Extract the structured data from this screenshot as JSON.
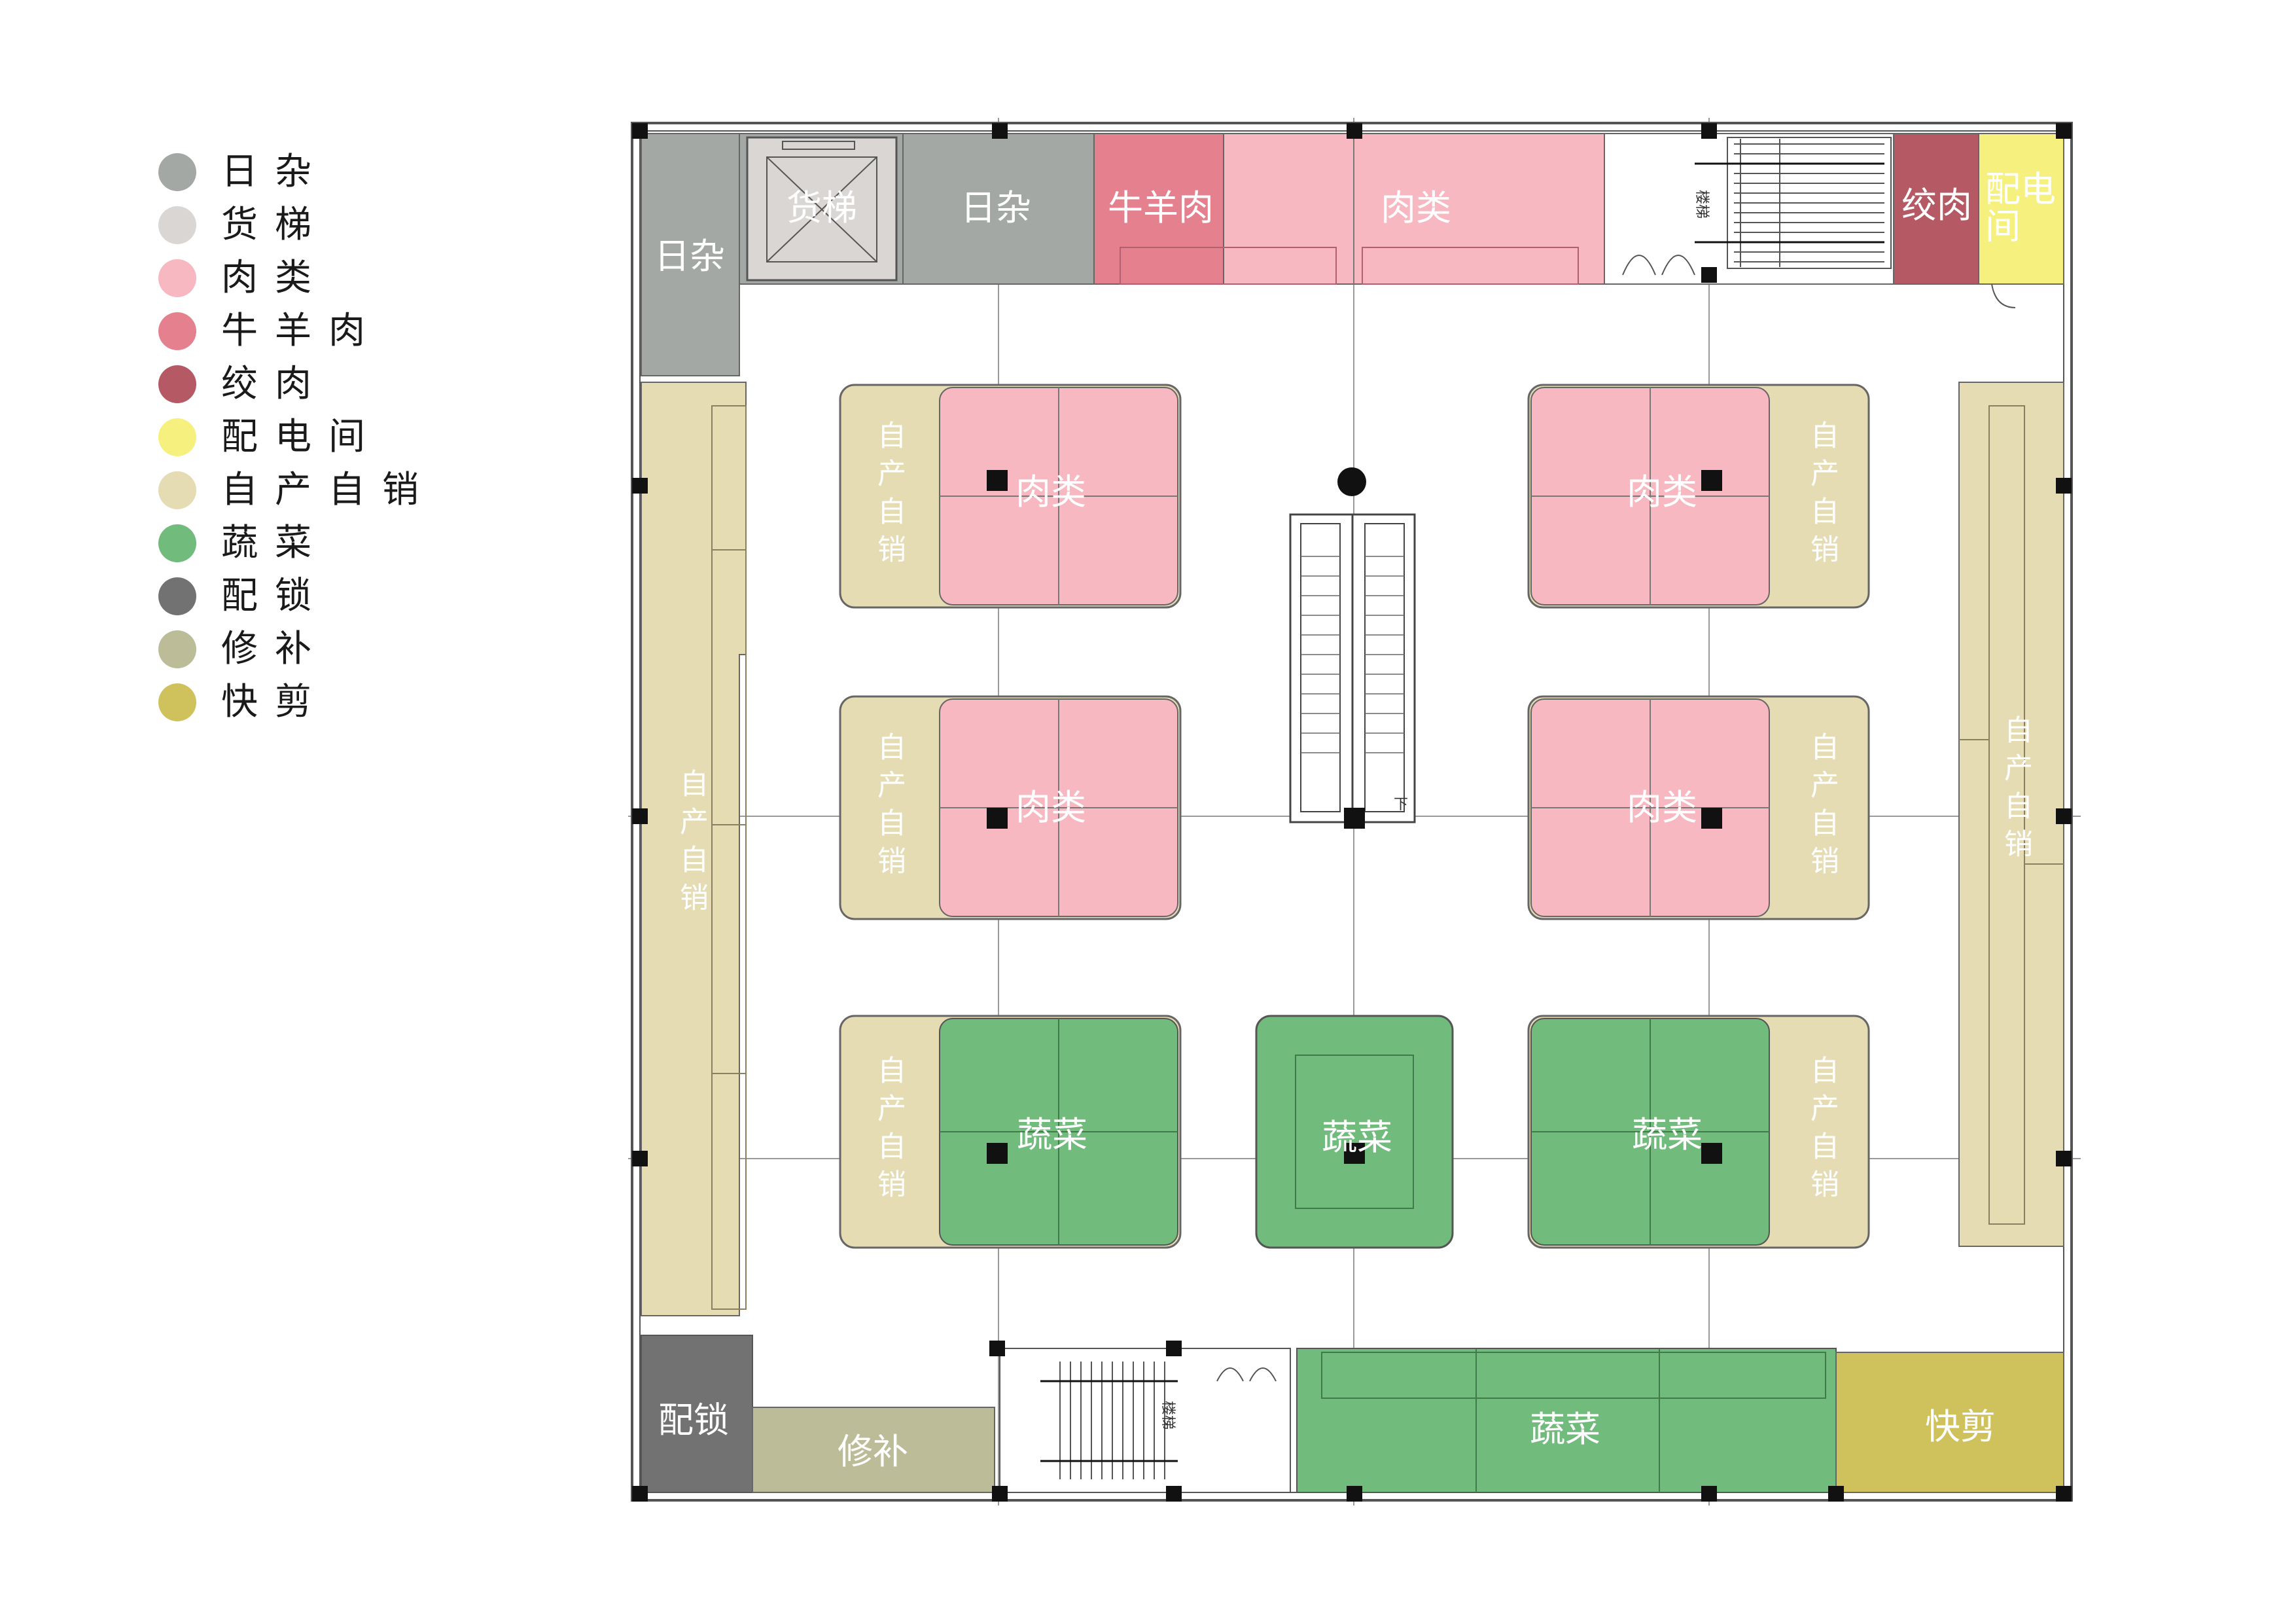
{
  "colors": {
    "rizha": "#a4a8a5",
    "huoti": "#d9d6d4",
    "roulei": "#f8b8c2",
    "niuyangrou": "#e5818f",
    "jiaorou": "#b55a65",
    "peidianjian": "#f6f17e",
    "zichanzixiao": "#e5dcb4",
    "shucai": "#71bb7d",
    "peisuo": "#727272",
    "xiubu": "#bcbd98",
    "kuaijian": "#cfc25d",
    "wall": "#111111",
    "line": "#7d7d7d"
  },
  "legend": [
    {
      "label": "日杂",
      "color_key": "rizha",
      "icon": "swatch-dot"
    },
    {
      "label": "货梯",
      "color_key": "huoti",
      "icon": "swatch-dot"
    },
    {
      "label": "肉类",
      "color_key": "roulei",
      "icon": "swatch-dot"
    },
    {
      "label": "牛羊肉",
      "color_key": "niuyangrou",
      "icon": "swatch-dot"
    },
    {
      "label": "绞肉",
      "color_key": "jiaorou",
      "icon": "swatch-dot"
    },
    {
      "label": "配电间",
      "color_key": "peidianjian",
      "icon": "swatch-dot"
    },
    {
      "label": "自产自销",
      "color_key": "zichanzixiao",
      "icon": "swatch-dot"
    },
    {
      "label": "蔬菜",
      "color_key": "shucai",
      "icon": "swatch-dot"
    },
    {
      "label": "配锁",
      "color_key": "peisuo",
      "icon": "swatch-dot"
    },
    {
      "label": "修补",
      "color_key": "xiubu",
      "icon": "swatch-dot"
    },
    {
      "label": "快剪",
      "color_key": "kuaijian",
      "icon": "swatch-dot"
    }
  ],
  "plan": {
    "rooms": {
      "rizha_left": "日杂",
      "huoti": "货梯",
      "rizha_top": "日杂",
      "niuyangrou": "牛羊肉",
      "roulei_top": "肉类",
      "jiaorou": "绞肉",
      "peidianjian": "配电间",
      "zichan_left": "自产自销",
      "zichan_right": "自产自销",
      "peisuo": "配锁",
      "xiubu": "修补",
      "shucai_bottom": "蔬菜",
      "kuaijian": "快剪"
    },
    "islands": {
      "roulei_1": "肉类",
      "roulei_2": "肉类",
      "roulei_3": "肉类",
      "roulei_4": "肉类",
      "shucai_1": "蔬菜",
      "shucai_2": "蔬菜",
      "shucai_3": "蔬菜",
      "zichan_1": "自产自销",
      "zichan_2": "自产自销",
      "zichan_3": "自产自销",
      "zichan_4": "自产自销",
      "zichan_5": "自产自销",
      "zichan_6": "自产自销"
    },
    "stairs_label": "楼梯",
    "escalator_down": "下"
  }
}
